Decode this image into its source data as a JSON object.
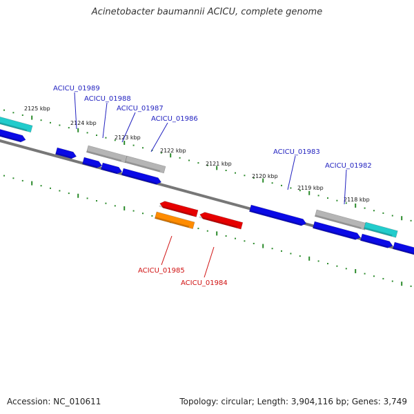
{
  "title": "Acinetobacter baumannii ACICU, complete genome",
  "footer": {
    "accession": "Accession: NC_010611",
    "stats": "Topology: circular; Length: 3,904,116 bp; Genes: 3,749"
  },
  "colors": {
    "backbone": "#777777",
    "ticks": "#2a8a2a",
    "blue_gene": "#0a0ae6",
    "grey_gene": "#b5b5b5",
    "cyan_gene": "#22cccc",
    "red_gene": "#e60000",
    "orange_gene": "#ff8c00",
    "label_forward": "#1f1fbf",
    "label_reverse": "#d01010"
  },
  "scale_labels": [
    "2125 kbp",
    "2124 kbp",
    "2123 kbp",
    "2122 kbp",
    "2121 kbp",
    "2120 kbp",
    "2119 kbp",
    "2118 kbp"
  ],
  "gene_labels": [
    {
      "id": "ACICU_01989",
      "strand": "forward"
    },
    {
      "id": "ACICU_01988",
      "strand": "forward"
    },
    {
      "id": "ACICU_01987",
      "strand": "forward"
    },
    {
      "id": "ACICU_01986",
      "strand": "forward"
    },
    {
      "id": "ACICU_01983",
      "strand": "forward"
    },
    {
      "id": "ACICU_01982",
      "strand": "forward"
    },
    {
      "id": "ACICU_01985",
      "strand": "reverse"
    },
    {
      "id": "ACICU_01984",
      "strand": "reverse"
    }
  ]
}
